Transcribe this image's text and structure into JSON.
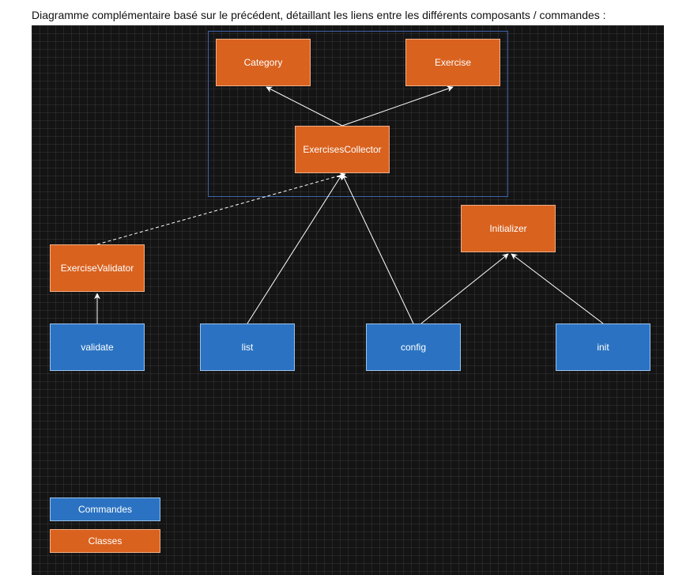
{
  "caption": "Diagramme complémentaire basé sur le précédent, détaillant les liens entre les différents composants / commandes :",
  "colors": {
    "canvas": "#141414",
    "class_fill": "#d9621f",
    "command_fill": "#2b73c2",
    "group_border": "#3f63a8",
    "edge": "#ffffff"
  },
  "nodes": {
    "category": "Category",
    "exercise": "Exercise",
    "collector": "ExercisesCollector",
    "initializer": "Initializer",
    "validator": "ExerciseValidator",
    "validate": "validate",
    "list": "list",
    "config": "config",
    "init": "init"
  },
  "legend": {
    "commands": "Commandes",
    "classes": "Classes"
  },
  "edges": [
    {
      "from": "collector",
      "to": "category",
      "style": "solid"
    },
    {
      "from": "collector",
      "to": "exercise",
      "style": "solid"
    },
    {
      "from": "validator",
      "to": "collector",
      "style": "dashed"
    },
    {
      "from": "validate",
      "to": "validator",
      "style": "solid"
    },
    {
      "from": "list",
      "to": "collector",
      "style": "solid"
    },
    {
      "from": "config",
      "to": "collector",
      "style": "solid"
    },
    {
      "from": "config",
      "to": "initializer",
      "style": "solid"
    },
    {
      "from": "init",
      "to": "initializer",
      "style": "solid"
    }
  ]
}
